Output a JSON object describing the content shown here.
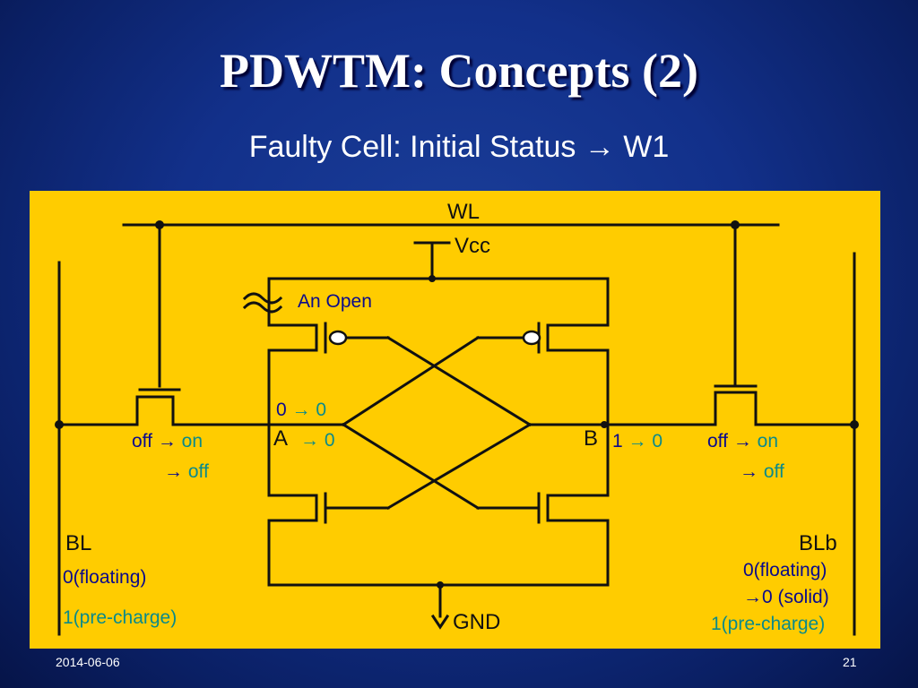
{
  "slide": {
    "title": "PDWTM: Concepts (2)",
    "subtitle": "Faulty Cell: Initial Status → W1",
    "date": "2014-06-06",
    "page_number": "21"
  },
  "circuit": {
    "labels": {
      "wl": "WL",
      "vcc": "Vcc",
      "gnd": "GND",
      "bl": "BL",
      "blb": "BLb",
      "node_a": "A",
      "node_b": "B"
    },
    "annotations": {
      "open_defect": "An Open",
      "node_a_top_from": "0",
      "node_a_top_to": "0",
      "node_a_bottom_to": "0",
      "node_b_from": "1",
      "node_b_to": "0",
      "left_access_from": "off",
      "left_access_to": "on",
      "left_access_then": "off",
      "right_access_from": "off",
      "right_access_to": "on",
      "right_access_then": "off",
      "bl_state": "0(floating)",
      "bl_precharge": "1(pre-charge)",
      "blb_state": "0(floating)",
      "blb_solid": "0 (solid)",
      "blb_precharge": "1(pre-charge)"
    },
    "arrow_glyph": "→"
  },
  "colors": {
    "panel_bg": "#ffcc00",
    "navy_text": "#0a0a8c",
    "teal_text": "#0b8a8a",
    "wire": "#111111"
  }
}
